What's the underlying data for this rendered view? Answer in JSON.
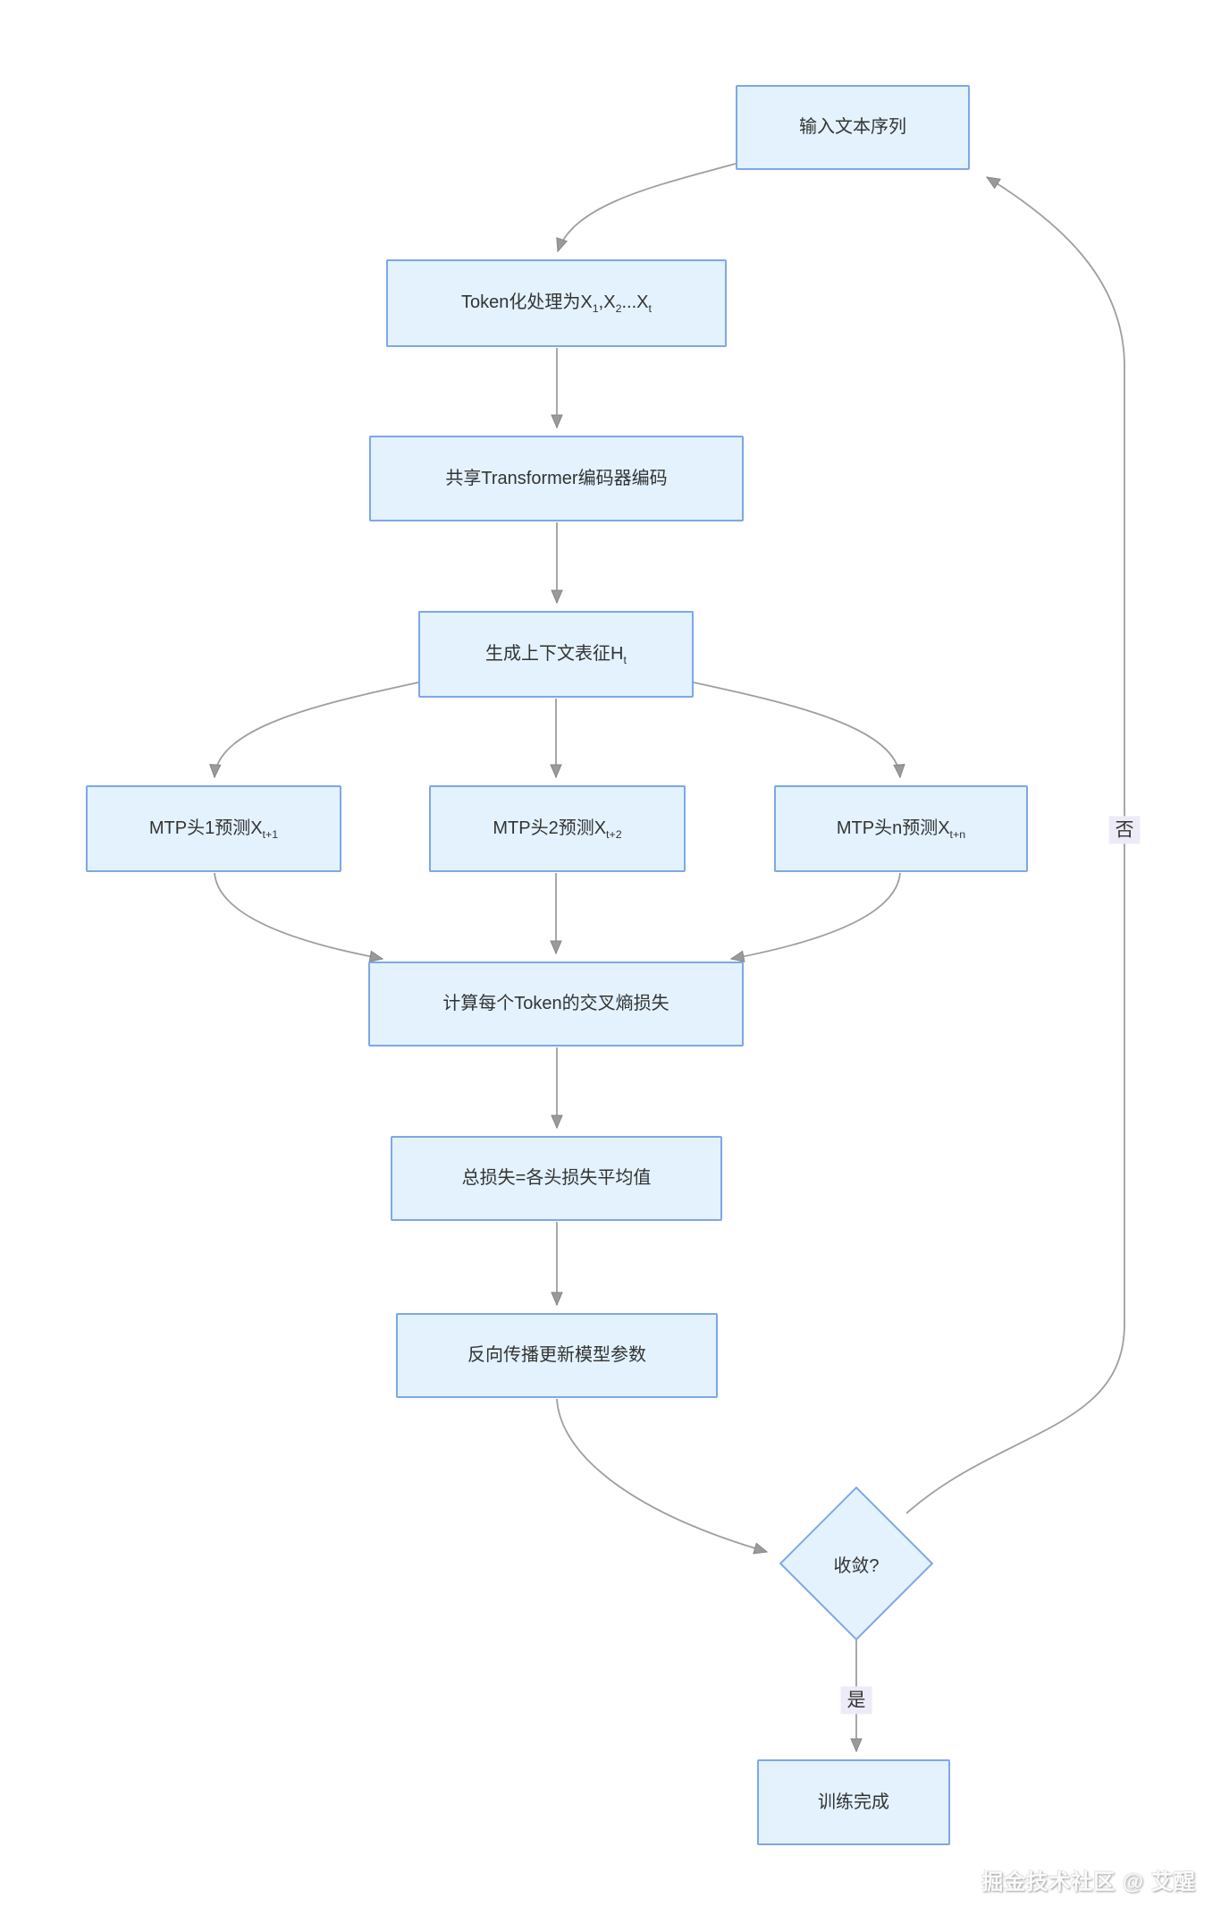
{
  "nodes": {
    "input_text": {
      "label": "输入文本序列"
    },
    "tokenize": {
      "label_rich": [
        {
          "t": "Token化处理为X"
        },
        {
          "sub": "1"
        },
        {
          "t": ",X"
        },
        {
          "sub": "2"
        },
        {
          "t": "...X"
        },
        {
          "sub": "t"
        }
      ]
    },
    "encoder": {
      "label": "共享Transformer编码器编码"
    },
    "context": {
      "label_rich": [
        {
          "t": "生成上下文表征H"
        },
        {
          "sub": "t"
        }
      ]
    },
    "mtp_head_1": {
      "label_rich": [
        {
          "t": "MTP头1预测X"
        },
        {
          "sub": "t+1"
        }
      ]
    },
    "mtp_head_2": {
      "label_rich": [
        {
          "t": "MTP头2预测X"
        },
        {
          "sub": "t+2"
        }
      ]
    },
    "mtp_head_n": {
      "label_rich": [
        {
          "t": "MTP头n预测X"
        },
        {
          "sub": "t+n"
        }
      ]
    },
    "ce_loss": {
      "label": "计算每个Token的交叉熵损失"
    },
    "total_loss": {
      "label": "总损失=各头损失平均值"
    },
    "backprop": {
      "label": "反向传播更新模型参数"
    },
    "converge": {
      "label": "收敛?"
    },
    "done": {
      "label": "训练完成"
    }
  },
  "edge_labels": {
    "yes": "是",
    "no": "否"
  },
  "watermark": "掘金技术社区 @ 艾醒",
  "colors": {
    "node_fill": "#E3F2FD",
    "node_border": "#7DA7E8",
    "edge": "#9E9E9E",
    "label_bg": "#EDEBF7",
    "text": "#333333"
  }
}
